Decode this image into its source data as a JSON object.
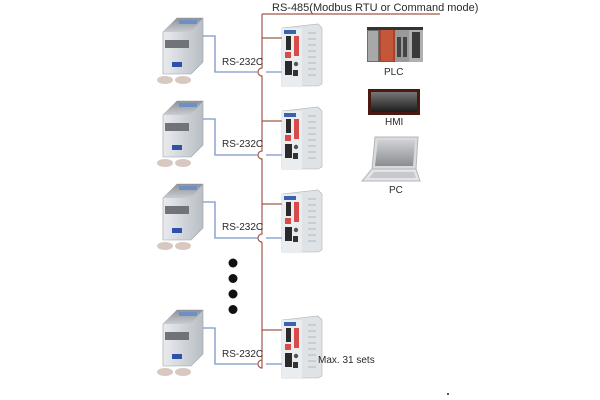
{
  "bus": {
    "label": "RS-485(Modbus RTU or Command mode)",
    "color": "#a0594a"
  },
  "link": {
    "color": "#7b96c9"
  },
  "units": [
    {
      "link_label": "RS-232C"
    },
    {
      "link_label": "RS-232C"
    },
    {
      "link_label": "RS-232C"
    },
    {
      "link_label": "RS-232C"
    }
  ],
  "hosts": [
    {
      "label": "PLC",
      "icon": "plc-icon"
    },
    {
      "label": "HMI",
      "icon": "hmi-icon"
    },
    {
      "label": "PC",
      "icon": "laptop-icon"
    }
  ],
  "note": "Max. 31 sets",
  "ellipsis_dots": 4
}
